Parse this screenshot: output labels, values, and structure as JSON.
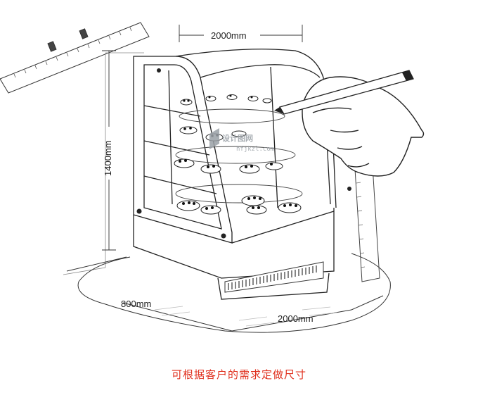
{
  "dimensions": {
    "top_width": "2000mm",
    "height": "1400mm",
    "depth": "800mm",
    "bottom_width": "2000mm"
  },
  "watermark": {
    "brand": "设计图网",
    "url": "hfjkzl.com"
  },
  "caption": "可根据客户的需求定做尺寸",
  "colors": {
    "caption": "#e0301e",
    "line": "#2a2a2a",
    "watermark": "#9aa0a6"
  }
}
